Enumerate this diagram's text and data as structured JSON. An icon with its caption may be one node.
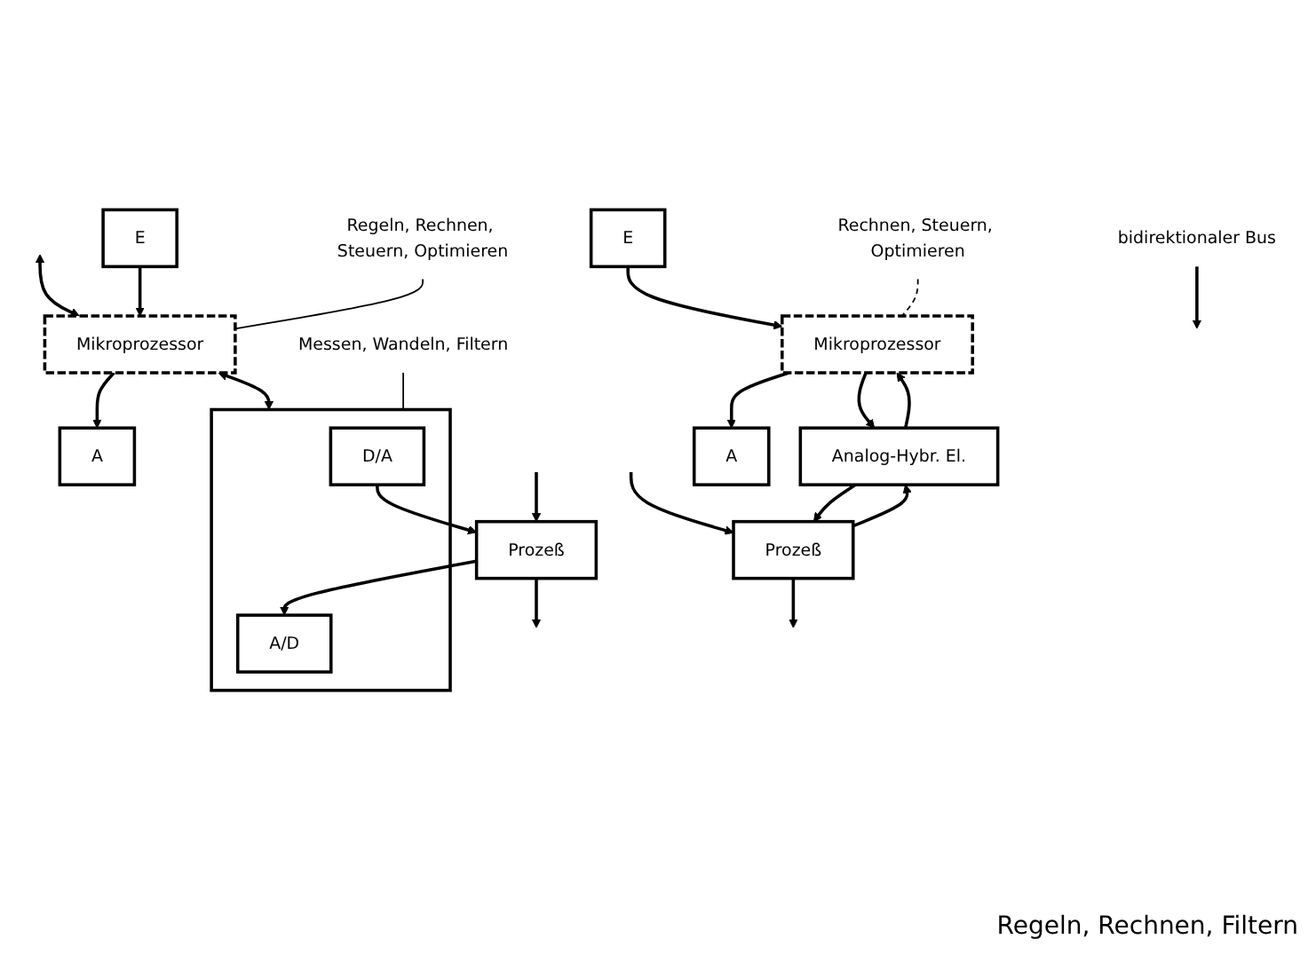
{
  "diagram": {
    "nodes": [
      {
        "text": [
          "Regeln, Rechnen, Steuern, Optimieren"
        ]
      },
      {
        "text": [
          "E"
        ]
      },
      {
        "text": [
          "Mikroprozessor"
        ]
      },
      {
        "text": [
          "A"
        ]
      },
      {
        "text": [
          "bidirektionaler Bus"
        ]
      },
      {
        "text": [],
        "shape": "box"
      },
      {
        "text": [
          "D/A"
        ],
        "in": 5
      },
      {
        "text": [
          "A/D"
        ],
        "in": 5
      },
      {
        "text": [
          "Messen, Wandeln, Filtern"
        ]
      },
      {
        "text": [
          "Prozeß"
        ]
      },
      {
        "text": [
          "E"
        ]
      },
      {
        "text": [
          "Mikroprozessor"
        ]
      },
      {
        "text": [
          "A"
        ]
      },
      {
        "text": [
          "Rechnen, Steuern, Optimieren"
        ]
      },
      {
        "text": [
          "Analog-Hybr. El."
        ]
      },
      {
        "text": [
          "Prozeß"
        ]
      }
    ],
    "edges": [
      {
        "from": null,
        "to": 2,
        "arrow": "both"
      },
      {
        "from": 1,
        "to": 2,
        "arrow": "to"
      },
      {
        "from": 2,
        "to": 3,
        "arrow": "to"
      },
      {
        "from": 0,
        "to": 2,
        "arrow": "none"
      },
      {
        "from": 2,
        "to": 5,
        "arrow": "both"
      },
      {
        "from": 4,
        "to": null,
        "arrow": "to"
      },
      {
        "from": 8,
        "to": 5,
        "arrow": "none"
      },
      {
        "from": 6,
        "to": 9,
        "arrow": "to"
      },
      {
        "from": 9,
        "to": 7,
        "arrow": "to"
      },
      {
        "from": null,
        "to": 9,
        "arrow": "to"
      },
      {
        "from": 9,
        "to": null,
        "arrow": "to"
      },
      {
        "from": 10,
        "to": 11,
        "arrow": "to"
      },
      {
        "from": 11,
        "to": 12,
        "arrow": "to"
      },
      {
        "from": 13,
        "to": 11,
        "arrow": "none",
        "style": "dashed"
      },
      {
        "from": 11,
        "to": 14,
        "arrow": "to"
      },
      {
        "from": 14,
        "to": 11,
        "arrow": "to"
      },
      {
        "from": 14,
        "to": 15,
        "arrow": "to"
      },
      {
        "from": 15,
        "to": 14,
        "arrow": "to"
      },
      {
        "from": null,
        "to": 15,
        "arrow": "to"
      },
      {
        "from": 15,
        "to": null,
        "arrow": "to"
      }
    ],
    "labels": [
      "Regeln, Rechnen, Filtern"
    ]
  }
}
